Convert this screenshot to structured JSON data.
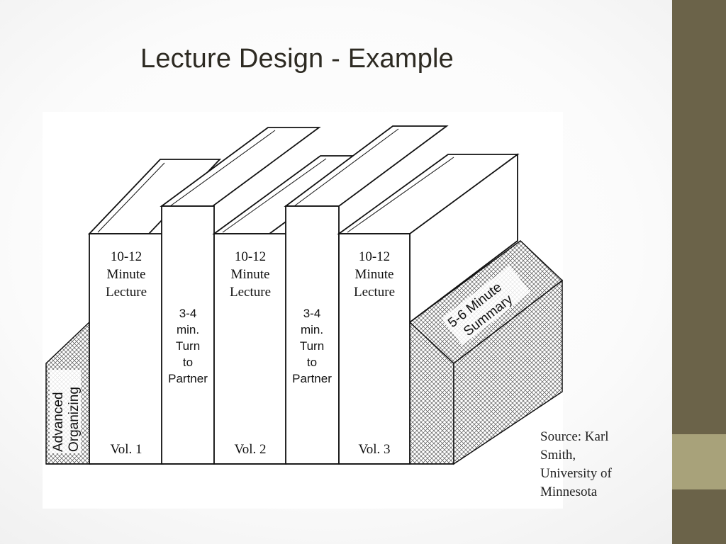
{
  "slide": {
    "title": "Lecture Design - Example",
    "colors": {
      "sidebar": "#6b6349",
      "sidebar_accent": "#a8a27a",
      "title": "#2d2a22"
    }
  },
  "figure": {
    "lectures": [
      {
        "duration": "10-12",
        "line1": "Minute",
        "line2": "Lecture",
        "volume": "Vol. 1"
      },
      {
        "duration": "10-12",
        "line1": "Minute",
        "line2": "Lecture",
        "volume": "Vol. 2"
      },
      {
        "duration": "10-12",
        "line1": "Minute",
        "line2": "Lecture",
        "volume": "Vol. 3"
      }
    ],
    "pauses": [
      {
        "lines": [
          "3-4",
          "min.",
          "Turn",
          "to",
          "Partner"
        ]
      },
      {
        "lines": [
          "3-4",
          "min.",
          "Turn",
          "to",
          "Partner"
        ]
      }
    ],
    "bookend_left": {
      "line1": "Advanced",
      "line2": "Organizing"
    },
    "bookend_right": {
      "line1": "5-6 Minute",
      "line2": "Summary"
    }
  },
  "source": {
    "lines": [
      "Source: Karl",
      "Smith,",
      "University of",
      "Minnesota"
    ]
  }
}
